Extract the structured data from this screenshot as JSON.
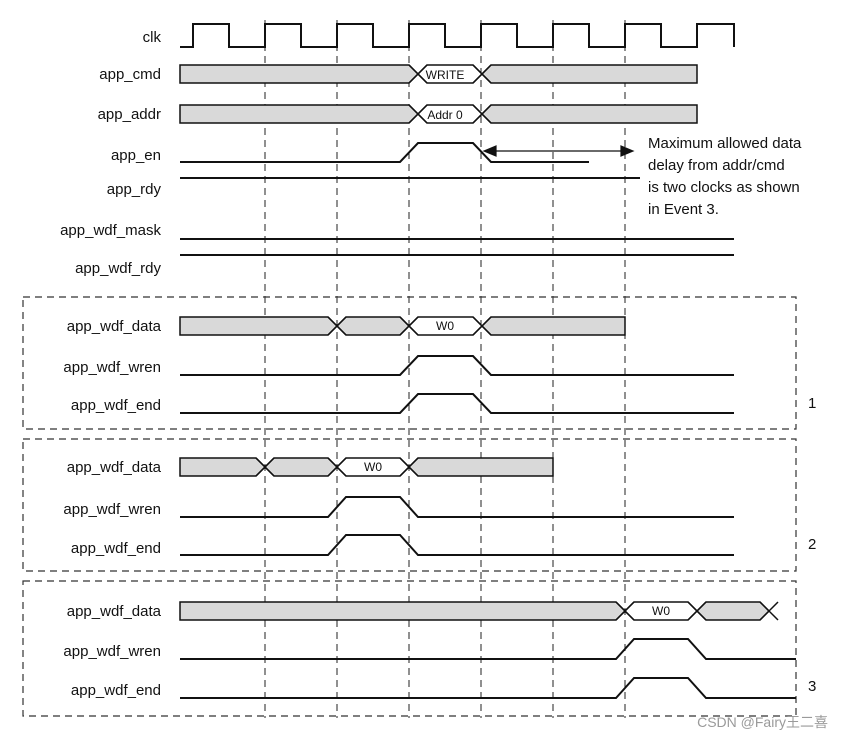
{
  "clock_label": "clk",
  "top_signals": {
    "app_cmd": "app_cmd",
    "app_addr": "app_addr",
    "app_en": "app_en",
    "app_rdy": "app_rdy",
    "app_wdf_mask": "app_wdf_mask",
    "app_wdf_rdy": "app_wdf_rdy"
  },
  "bus_values": {
    "cmd": "WRITE",
    "addr": "Addr 0"
  },
  "note_lines": [
    "Maximum allowed data",
    "delay from addr/cmd",
    "is two clocks as shown",
    "in Event 3."
  ],
  "events": [
    {
      "number": "1",
      "data_label": "app_wdf_data",
      "wren_label": "app_wdf_wren",
      "end_label": "app_wdf_end",
      "data_value": "W0"
    },
    {
      "number": "2",
      "data_label": "app_wdf_data",
      "wren_label": "app_wdf_wren",
      "end_label": "app_wdf_end",
      "data_value": "W0"
    },
    {
      "number": "3",
      "data_label": "app_wdf_data",
      "wren_label": "app_wdf_wren",
      "end_label": "app_wdf_end",
      "data_value": "W0"
    }
  ],
  "watermark": "CSDN @Fairy王二喜"
}
